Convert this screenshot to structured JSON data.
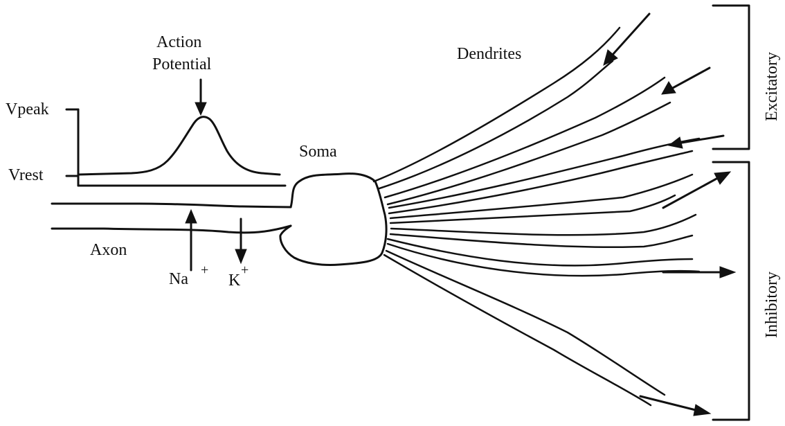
{
  "labels": {
    "action_potential_line1": "Action",
    "action_potential_line2": "Potential",
    "vpeak": "Vpeak",
    "vrest": "Vrest",
    "soma": "Soma",
    "dendrites": "Dendrites",
    "axon": "Axon",
    "na": "Na",
    "na_sup": "+",
    "k": "K",
    "k_sup": "+",
    "excitatory": "Excitatory",
    "inhibitory": "Inhibitory"
  }
}
